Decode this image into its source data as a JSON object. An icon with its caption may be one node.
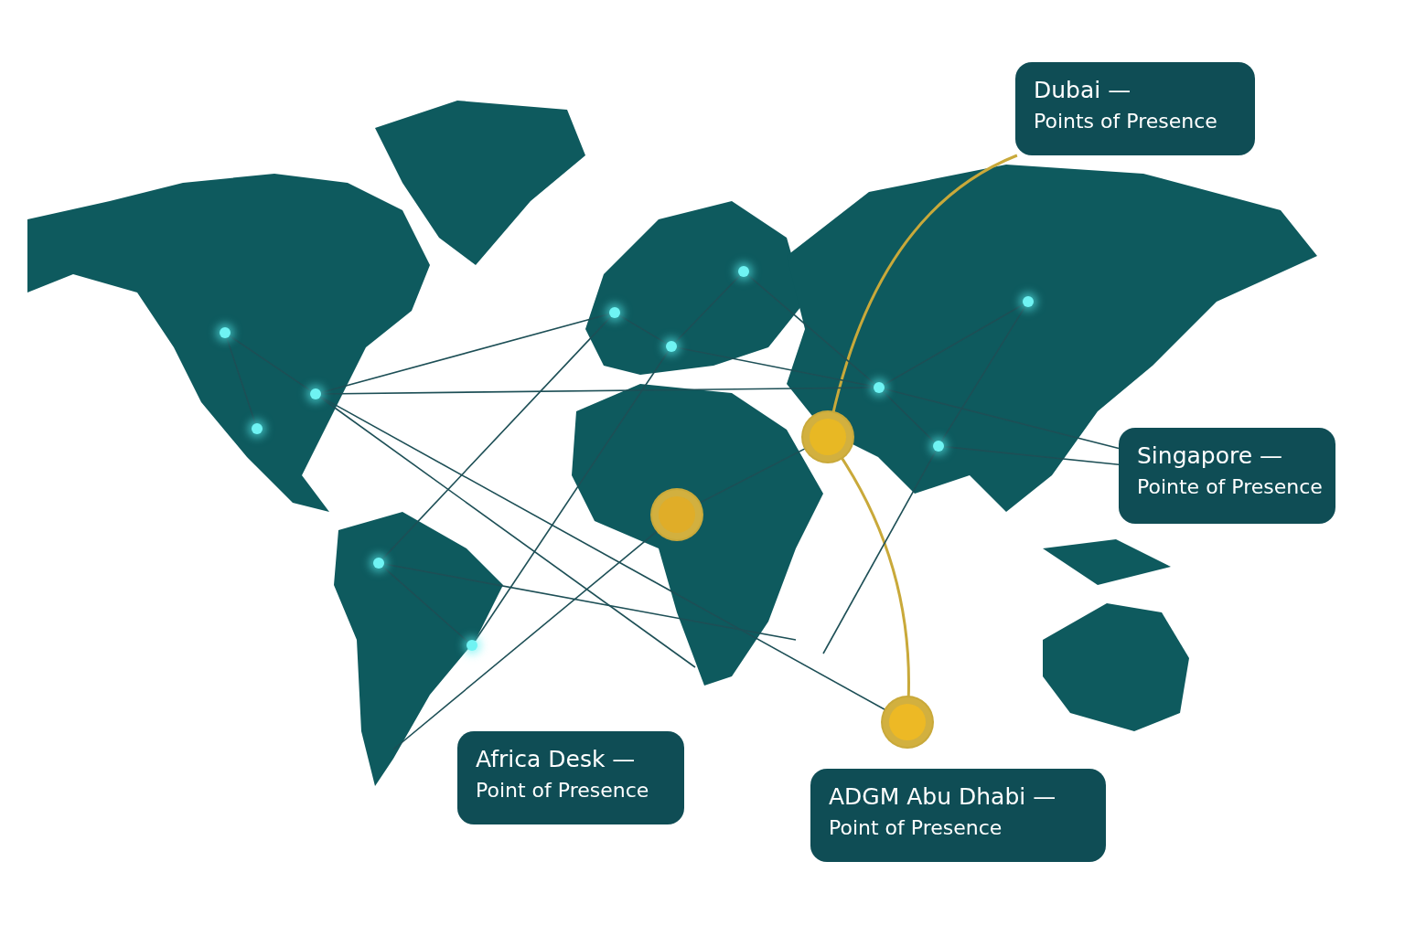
{
  "diagram": {
    "nodes": [
      {
        "text": [
          "Dubai —",
          "Points of Presence"
        ]
      },
      {
        "text": [
          "Singapore —",
          "Pointe of Presence"
        ]
      },
      {
        "text": [
          "Africa Desk —",
          "Point of Presence"
        ]
      },
      {
        "text": [
          "ADGM Abu Dhabi —",
          "Point of Presence"
        ]
      },
      {
        "text": [],
        "shape": "circle"
      },
      {
        "text": [],
        "shape": "circle"
      },
      {
        "text": [],
        "shape": "circle"
      },
      {
        "text": [],
        "shape": "circle"
      },
      {
        "text": [],
        "shape": "circle"
      },
      {
        "text": [],
        "shape": "circle"
      },
      {
        "text": [],
        "shape": "circle"
      },
      {
        "text": [],
        "shape": "circle"
      },
      {
        "text": [],
        "shape": "circle"
      },
      {
        "text": [],
        "shape": "circle"
      },
      {
        "text": [],
        "shape": "circle"
      },
      {
        "text": [],
        "shape": "circle"
      },
      {
        "text": [],
        "shape": "circle"
      },
      {
        "text": [],
        "shape": "circle"
      }
    ],
    "edges": [
      {
        "from": 0,
        "to": 4,
        "arrow": "none",
        "color": "#c9a93a"
      },
      {
        "from": 4,
        "to": 6,
        "arrow": "none",
        "color": "#c9a93a"
      },
      {
        "from": 7,
        "to": 8,
        "arrow": "none"
      },
      {
        "from": 7,
        "to": 9,
        "arrow": "none"
      },
      {
        "from": 8,
        "to": 12,
        "arrow": "none"
      },
      {
        "from": 8,
        "to": 15,
        "arrow": "none"
      },
      {
        "from": 8,
        "to": 6,
        "arrow": "none"
      },
      {
        "from": 8,
        "to": null,
        "arrow": "none"
      },
      {
        "from": 10,
        "to": 11,
        "arrow": "none"
      },
      {
        "from": 10,
        "to": 12,
        "arrow": "none"
      },
      {
        "from": 11,
        "to": 13,
        "arrow": "none"
      },
      {
        "from": 10,
        "to": null,
        "arrow": "none"
      },
      {
        "from": null,
        "to": 5,
        "arrow": "none"
      },
      {
        "from": 12,
        "to": 13,
        "arrow": "none"
      },
      {
        "from": 13,
        "to": 14,
        "arrow": "none"
      },
      {
        "from": 14,
        "to": 15,
        "arrow": "none"
      },
      {
        "from": 13,
        "to": 15,
        "arrow": "none"
      },
      {
        "from": 15,
        "to": 16,
        "arrow": "none"
      },
      {
        "from": 15,
        "to": 17,
        "arrow": "none"
      },
      {
        "from": 16,
        "to": 17,
        "arrow": "none"
      },
      {
        "from": 15,
        "to": 1,
        "arrow": "none"
      },
      {
        "from": 17,
        "to": 1,
        "arrow": "none"
      },
      {
        "from": 17,
        "to": null,
        "arrow": "none"
      },
      {
        "from": 5,
        "to": 4,
        "arrow": "none"
      }
    ]
  }
}
